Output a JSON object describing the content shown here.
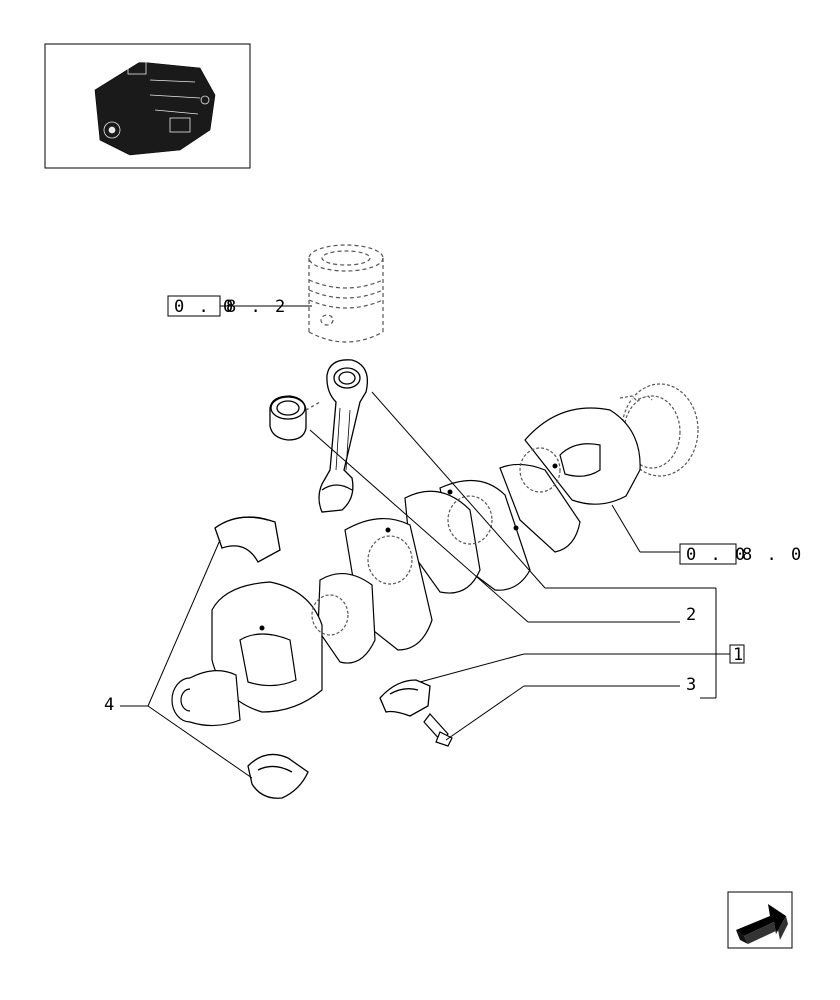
{
  "references": {
    "piston_group": {
      "boxed": "0 . 0",
      "suffix": "8 . 2"
    },
    "crankshaft_group": {
      "boxed": "0 . 0",
      "suffix": "8 . 0"
    }
  },
  "callouts": {
    "item1": "1",
    "item2": "2",
    "item3": "3",
    "item4": "4"
  },
  "icons": {
    "thumbnail": "engine-thumbnail-icon",
    "nav": "next-page-arrow-icon"
  },
  "colors": {
    "line": "#000000",
    "hidden_line": "#555555",
    "background": "#ffffff"
  }
}
